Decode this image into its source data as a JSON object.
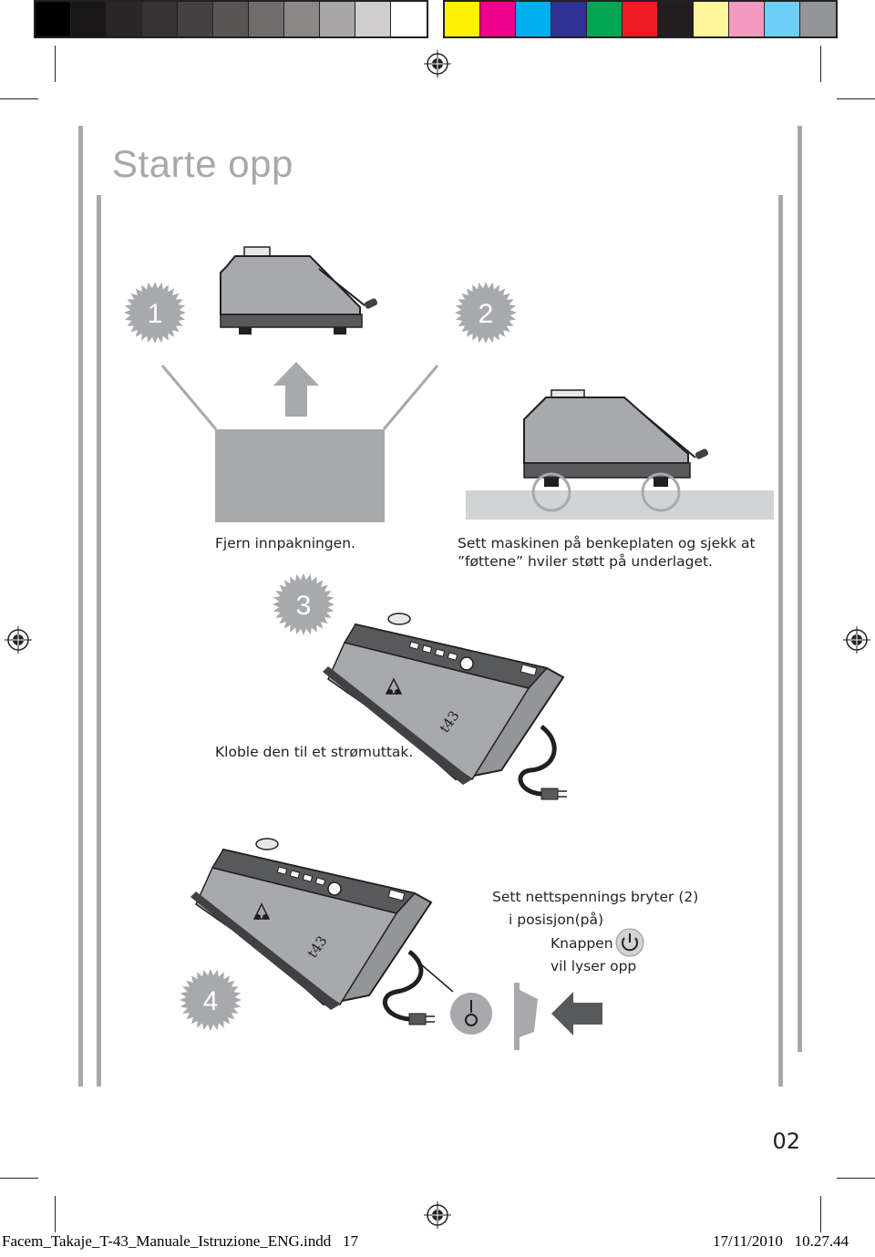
{
  "page": {
    "title": "Starte opp",
    "page_number": "02"
  },
  "steps": [
    {
      "number": "1",
      "caption": "Fjern innpakningen."
    },
    {
      "number": "2",
      "caption_line1": "Sett maskinen på benkeplaten og sjekk at",
      "caption_line2": "”føttene” hviler støtt på underlaget."
    },
    {
      "number": "3",
      "caption": "Kloble den til et strømuttak."
    },
    {
      "number": "4",
      "caption_line1": "Sett nettspennings bryter (2)",
      "caption_line2": "i posisjon(på)",
      "caption_line3": "Knappen",
      "caption_line4": "vil lyser opp"
    }
  ],
  "footer": {
    "file": "Facem_Takaje_T-43_Manuale_Istruzione_ENG.indd   17",
    "date": "17/11/2010   10.27.44"
  },
  "colors": {
    "grays": [
      "#000000",
      "#1a1718",
      "#2a2627",
      "#373233",
      "#454142",
      "#595555",
      "#716d6d",
      "#8b8787",
      "#a8a6a6",
      "#cfcdcd",
      "#ffffff"
    ],
    "process": [
      "#fff200",
      "#ec008c",
      "#00aeef",
      "#2e3192",
      "#00a651",
      "#ed1c24",
      "#231f20",
      "#fff799",
      "#f49ac1",
      "#6dcff6",
      "#939598"
    ],
    "title_gray": "#a6a8ab",
    "machine_gray": "#a7a9ac"
  },
  "icons": {
    "registration": "registration-mark-icon",
    "power": "power-icon",
    "arrow": "arrow-left-icon",
    "switch": "toggle-switch-icon"
  }
}
